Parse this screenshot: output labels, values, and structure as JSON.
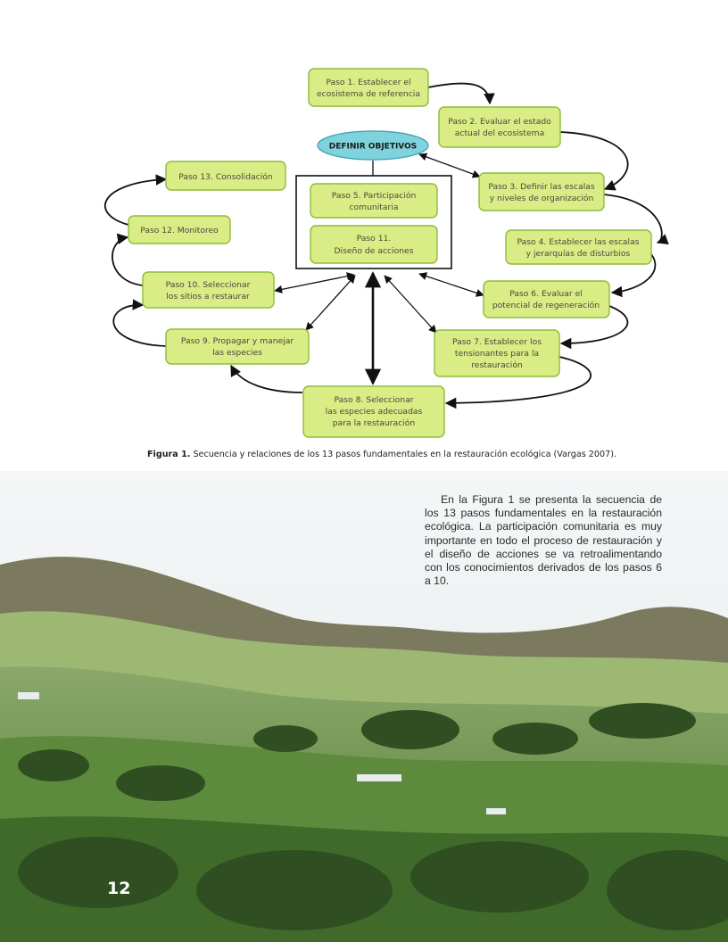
{
  "figure": {
    "center_label": "DEFINIR OBJETIVOS",
    "steps": [
      {
        "id": "paso1",
        "lines": [
          "Paso 1. Establecer el",
          "ecosistema de referencia"
        ]
      },
      {
        "id": "paso2",
        "lines": [
          "Paso 2. Evaluar el estado",
          "actual del ecosistema"
        ]
      },
      {
        "id": "paso3",
        "lines": [
          "Paso 3. Definir las escalas",
          "y niveles de organización"
        ]
      },
      {
        "id": "paso4",
        "lines": [
          "Paso 4. Establecer las escalas",
          "y jerarquías de disturbios"
        ]
      },
      {
        "id": "paso6",
        "lines": [
          "Paso 6. Evaluar el",
          "potencial de regeneración"
        ]
      },
      {
        "id": "paso7",
        "lines": [
          "Paso 7. Establecer los",
          "tensionantes para la",
          "restauración"
        ]
      },
      {
        "id": "paso8",
        "lines": [
          "Paso 8. Seleccionar",
          "las especies adecuadas",
          "para la restauración"
        ]
      },
      {
        "id": "paso9",
        "lines": [
          "Paso 9. Propagar y manejar",
          "las especies"
        ]
      },
      {
        "id": "paso10",
        "lines": [
          "Paso 10. Seleccionar",
          "los sitios a restaurar"
        ]
      },
      {
        "id": "paso12",
        "lines": [
          "Paso 12. Monitoreo"
        ]
      },
      {
        "id": "paso13",
        "lines": [
          "Paso 13. Consolidación"
        ]
      },
      {
        "id": "paso5",
        "lines": [
          "Paso 5. Participación",
          "comunitaria"
        ]
      },
      {
        "id": "paso11",
        "lines": [
          "Paso 11.",
          "Diseño de acciones"
        ]
      }
    ],
    "colors": {
      "box_fill": "#d9ec86",
      "box_stroke": "#8fbc3a",
      "ellipse_fill": "#7fd3dc",
      "arrow": "#111111"
    }
  },
  "caption": {
    "label": "Figura 1.",
    "text": " Secuencia y relaciones de los 13 pasos fundamentales en la restauración ecológica (Vargas 2007)."
  },
  "paragraph": "En la Figura 1 se presenta la secuencia de los 13 pasos fundamentales en la restauración ecológica. La participación comunitaria es muy importante en todo el proceso de restauración y el diseño de acciones se va retroalimentando con los conocimientos derivados de los pasos 6 a 10.",
  "page_number": "12",
  "photo": {
    "subject": "Andean hillside landscape with pastures and trees"
  }
}
